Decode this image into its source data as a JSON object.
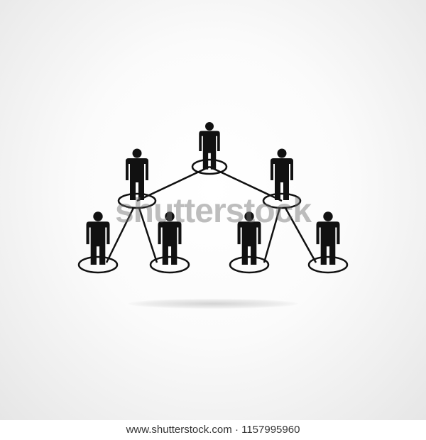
{
  "figure": {
    "watermark_text": "shutterstock",
    "footer_text": "www.shutterstock.com · 1157995960",
    "colors": {
      "figure": "#111111",
      "background_center": "#ffffff",
      "background_edge": "#e6e6e6"
    },
    "nodes": [
      {
        "id": "top",
        "icon": "person-icon"
      },
      {
        "id": "mid-left",
        "icon": "person-icon"
      },
      {
        "id": "mid-right",
        "icon": "person-icon"
      },
      {
        "id": "bottom-1",
        "icon": "person-icon"
      },
      {
        "id": "bottom-2",
        "icon": "person-icon"
      },
      {
        "id": "bottom-3",
        "icon": "person-icon"
      },
      {
        "id": "bottom-4",
        "icon": "person-icon"
      }
    ],
    "edges": [
      [
        "top",
        "mid-left"
      ],
      [
        "top",
        "mid-right"
      ],
      [
        "mid-left",
        "bottom-1"
      ],
      [
        "mid-left",
        "bottom-2"
      ],
      [
        "mid-right",
        "bottom-3"
      ],
      [
        "mid-right",
        "bottom-4"
      ]
    ]
  }
}
